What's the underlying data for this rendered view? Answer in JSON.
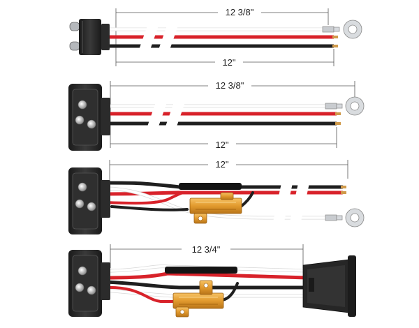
{
  "colors": {
    "red_wire": "#d8222a",
    "black_wire": "#1f1f1f",
    "white_wire": "#f4f4f4",
    "plug_body": "#2a2a2a",
    "resistor_gold": "#e8a23a",
    "ring_terminal": "#c9ccd0",
    "dimension_line": "#555555"
  },
  "harness_1": {
    "top_dimension": "12 3/8\"",
    "bottom_dimension": "12\""
  },
  "harness_2": {
    "top_dimension": "12 3/8\"",
    "bottom_dimension": "12\""
  },
  "harness_3": {
    "top_dimension": "12\""
  },
  "harness_4": {
    "top_dimension": "12 3/4\""
  },
  "icons": [
    "wire-harness-plug-icon",
    "ring-terminal-icon",
    "load-resistor-icon",
    "grommet-socket-icon"
  ]
}
